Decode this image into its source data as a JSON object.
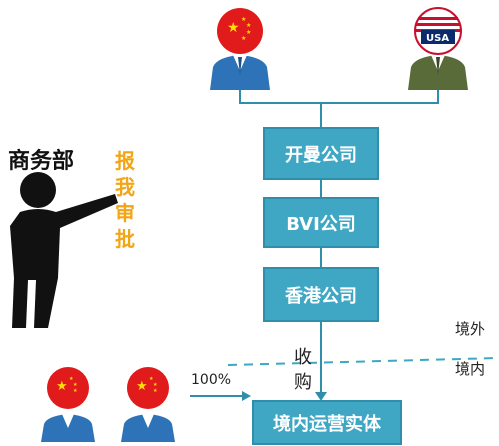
{
  "owners": {
    "left_flag": "china-flag",
    "right_flag": "usa-flag",
    "usa_badge_text": "USA"
  },
  "ministry": {
    "title": "商务部",
    "vertical_label": [
      "报",
      "我",
      "审",
      "批"
    ]
  },
  "boxes": {
    "kaiman": "开曼公司",
    "bvi": "BVI公司",
    "hongkong": "香港公司",
    "domestic": "境内运营实体"
  },
  "labels": {
    "overseas": "境外",
    "domestic": "境内",
    "acquire_1": "收",
    "acquire_2": "购",
    "percent": "100%"
  },
  "colors": {
    "box": "#3fa7c4",
    "dashed_line": "#3fa7c4",
    "approval_text": "#f2a516"
  }
}
